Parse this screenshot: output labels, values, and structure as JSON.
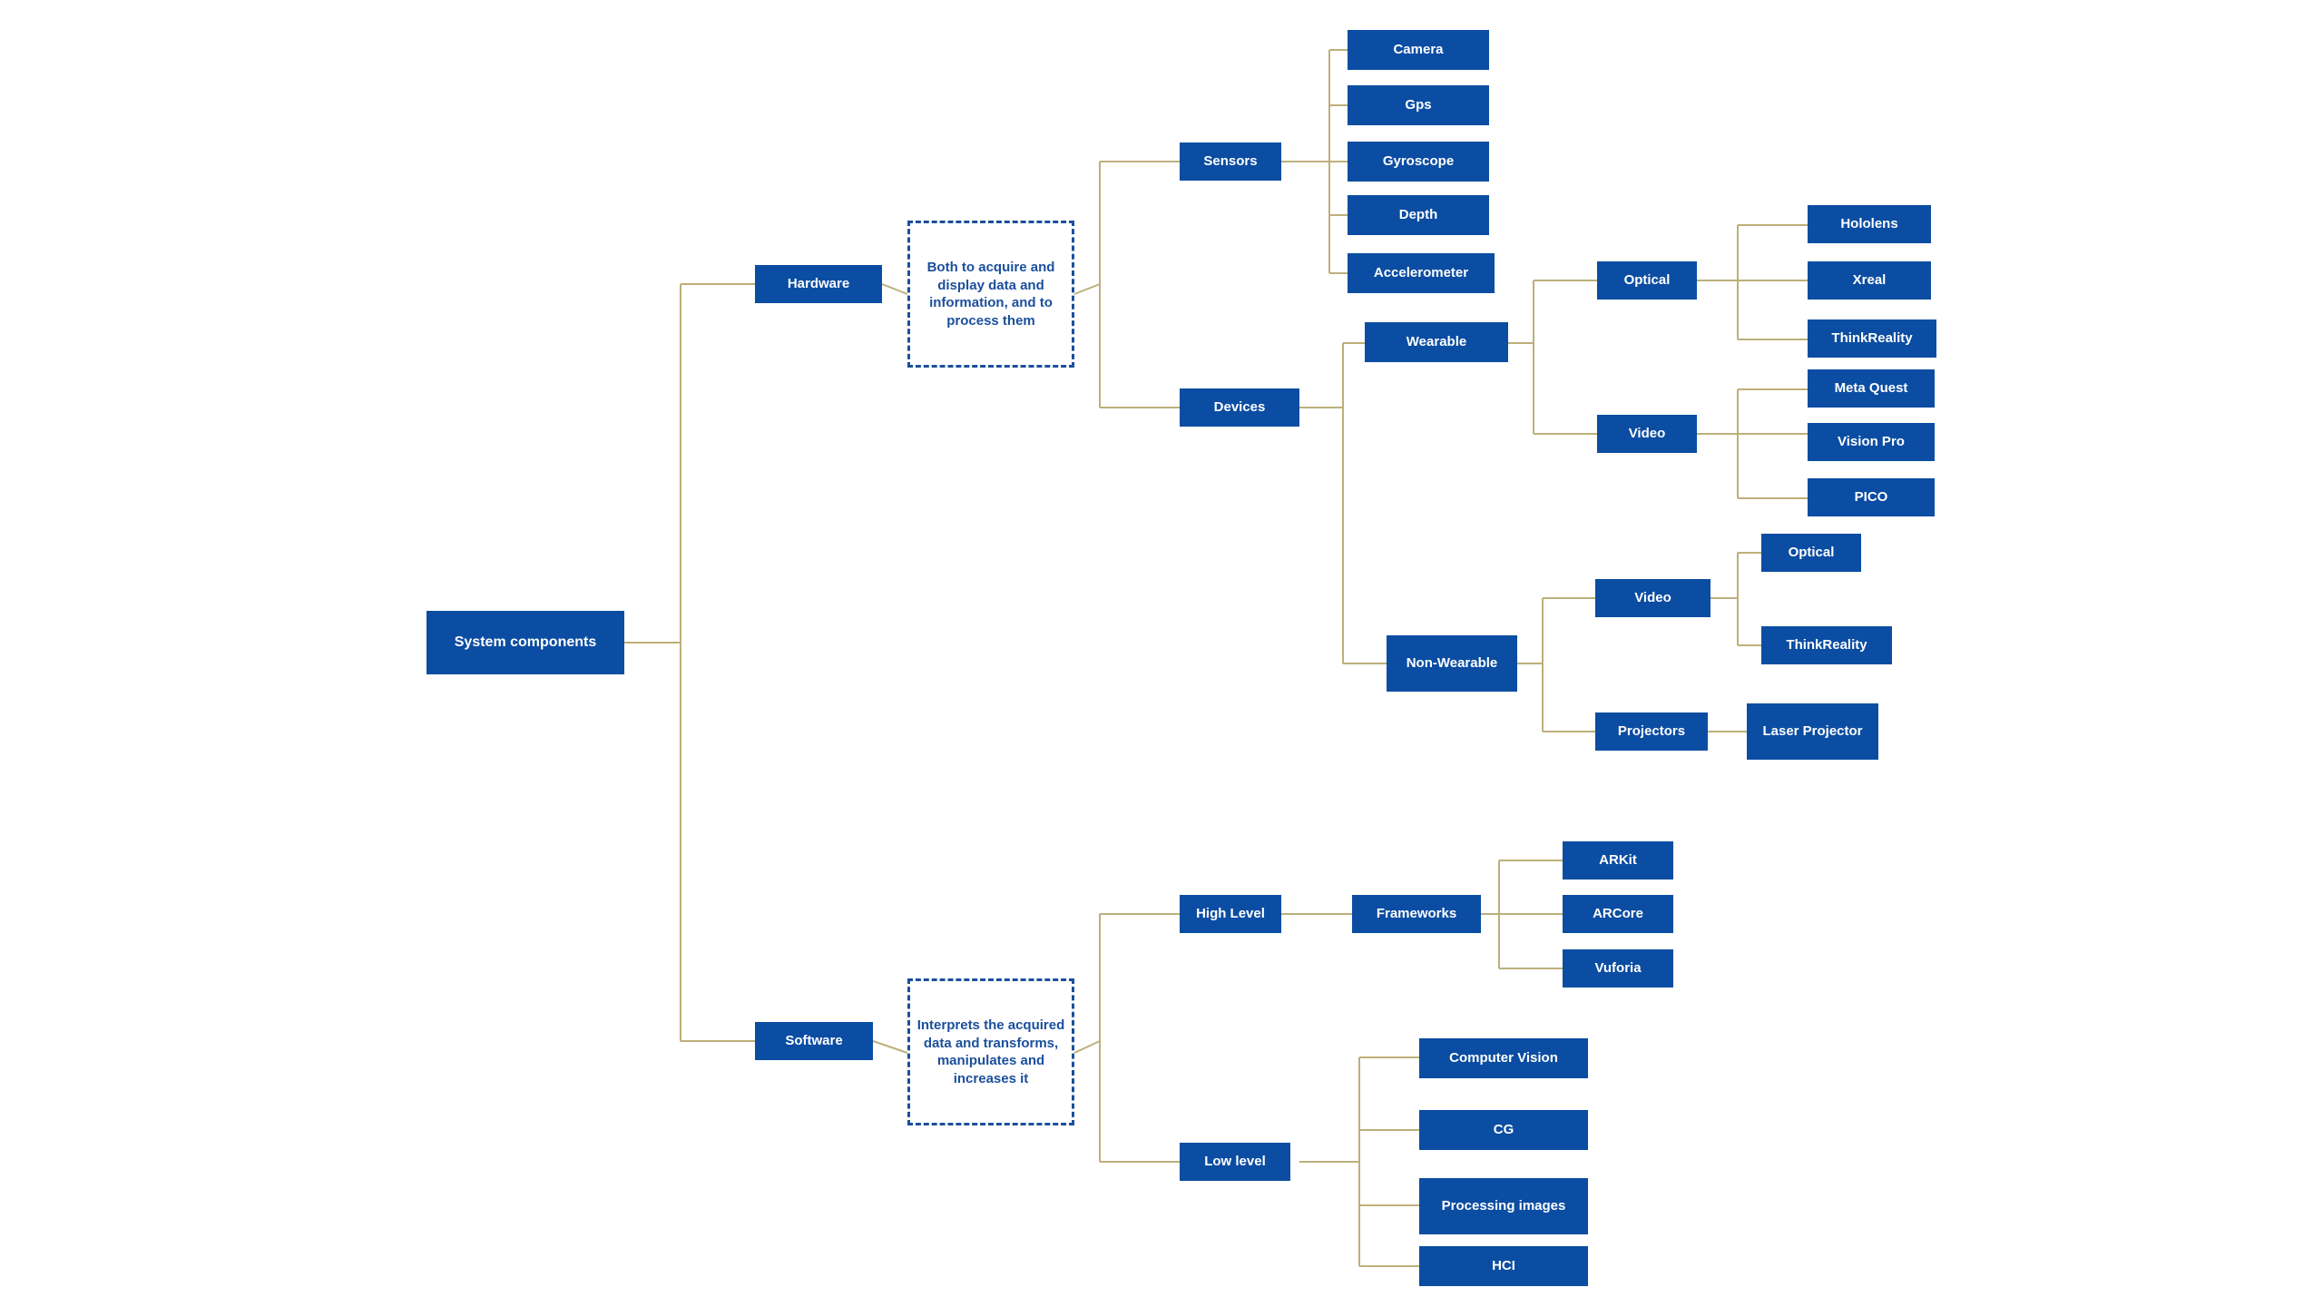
{
  "diagram": {
    "title": "System components",
    "type": "mind-map-tree",
    "colors": {
      "node_fill": "#0B4DA2",
      "node_text": "#FFFFFF",
      "callout_border": "#1B4F9C",
      "callout_text": "#1B4F9C",
      "edge": "#BDAF7A",
      "background": "#FFFFFF"
    },
    "nodes": {
      "root": "System components",
      "hardware": "Hardware",
      "hardware_note": "Both to acquire and display data and information, and to process them",
      "sensors": "Sensors",
      "camera": "Camera",
      "gps": "Gps",
      "gyroscope": "Gyroscope",
      "depth": "Depth",
      "accelerometer": "Accelerometer",
      "devices": "Devices",
      "wearable": "Wearable",
      "wearable_optical": "Optical",
      "hololens": "Hololens",
      "xreal": "Xreal",
      "thinkreality_w": "ThinkReality",
      "wearable_video": "Video",
      "meta_quest": "Meta Quest",
      "vision_pro": "Vision Pro",
      "pico": "PICO",
      "non_wearable": "Non-Wearable",
      "nonwear_video": "Video",
      "nonwear_optical": "Optical",
      "thinkreality_nw": "ThinkReality",
      "projectors": "Projectors",
      "laser_projector": "Laser Projector",
      "software": "Software",
      "software_note": "Interprets the acquired data and transforms, manipulates and increases it",
      "high_level": "High Level",
      "frameworks": "Frameworks",
      "arkit": "ARKit",
      "arcore": "ARCore",
      "vuforia": "Vuforia",
      "low_level": "Low level",
      "computer_vision": "Computer Vision",
      "cg": "CG",
      "processing_images": "Processing images",
      "hci": "HCI"
    }
  }
}
